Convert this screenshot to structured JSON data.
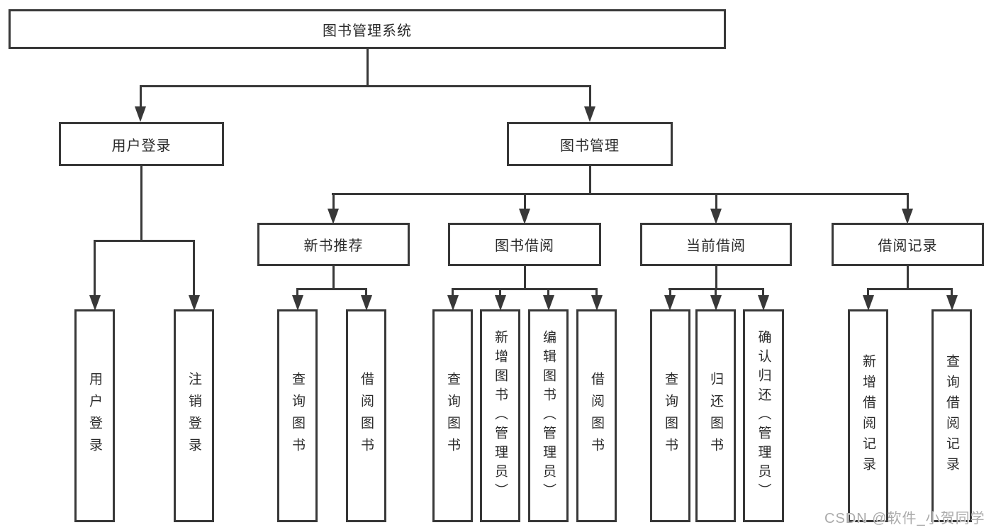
{
  "diagram": {
    "root": "图书管理系统",
    "level2": {
      "user_login": "用户登录",
      "book_management": "图书管理"
    },
    "level3": {
      "new_books": "新书推荐",
      "book_borrowing": "图书借阅",
      "current_borrowing": "当前借阅",
      "borrowing_records": "借阅记录"
    },
    "leaves": {
      "user_login": [
        "用户登录",
        "注销登录"
      ],
      "new_books": [
        "查询图书",
        "借阅图书"
      ],
      "book_borrowing": [
        "查询图书",
        "新增图书（管理员）",
        "编辑图书（管理员）",
        "借阅图书"
      ],
      "current_borrowing": [
        "查询图书",
        "归还图书",
        "确认归还（管理员）"
      ],
      "borrowing_records": [
        "新增借阅记录",
        "查询借阅记录"
      ]
    }
  },
  "watermark": "CSDN @软件_小贺同学",
  "colors": {
    "line": "#383838",
    "text": "#2b2b2b",
    "background": "#ffffff",
    "watermark": "#ababab"
  }
}
